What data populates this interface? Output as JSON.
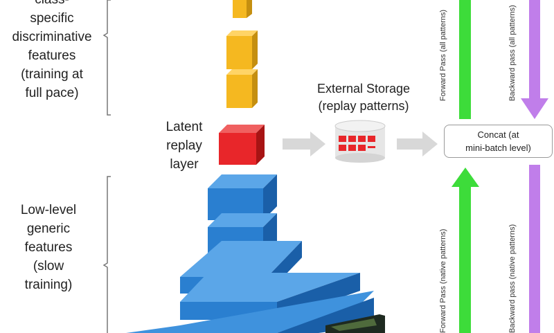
{
  "top_features": {
    "line1": "class-",
    "line2": "specific",
    "line3": "discriminative",
    "line4": "features",
    "line5": "(training at",
    "line6": "full pace)"
  },
  "latent": {
    "line1": "Latent",
    "line2": "replay",
    "line3": "layer"
  },
  "low_features": {
    "line1": "Low-level",
    "line2": "generic",
    "line3": "features",
    "line4": "(slow",
    "line5": "training)"
  },
  "storage": {
    "line1": "External Storage",
    "line2": "(replay patterns)"
  },
  "concat": {
    "line1": "Concat (at",
    "line2": "mini-batch level)"
  },
  "arrows": {
    "forward_all": "Forward Pass (all patterns)",
    "backward_all": "Backward pass (all patterns)",
    "forward_native": "Forward Pass (native patterns)",
    "backward_native": "Backward pass (native patterns)"
  },
  "colors": {
    "yellow_block": "#F5B820",
    "red_block": "#E8262A",
    "blue_block": "#2A7FD0",
    "green_arrow": "#3DDC3A",
    "purple_arrow": "#C07EEA",
    "gray_arrow": "#D8D8D8"
  }
}
